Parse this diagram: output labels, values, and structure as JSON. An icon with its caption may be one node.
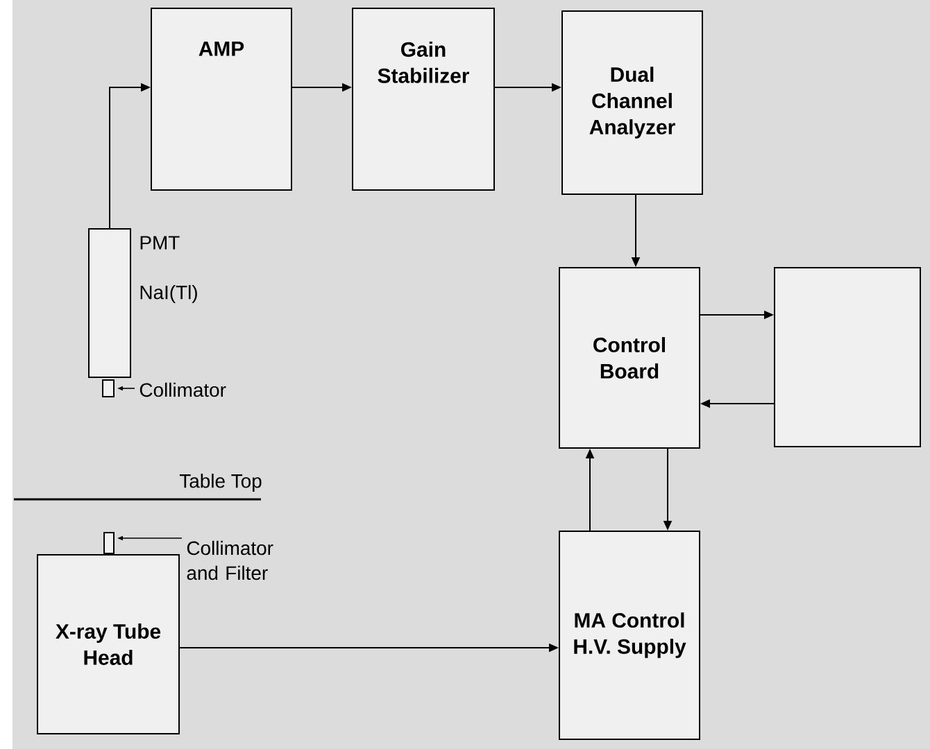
{
  "diagram": {
    "nodes": [
      {
        "text": [
          "AMP"
        ]
      },
      {
        "text": [
          "Gain Stabilizer"
        ]
      },
      {
        "text": [
          "Dual Channel Analyzer"
        ]
      },
      {
        "text": [],
        "shape": "box",
        "beside": [
          "PMT",
          "NaI(Tl)"
        ]
      },
      {
        "text": [],
        "shape": "box"
      },
      {
        "text": [
          "Collimator"
        ]
      },
      {
        "text": [
          "Control Board"
        ]
      },
      {
        "text": [],
        "shape": "box"
      },
      {
        "text": [],
        "shape": "box"
      },
      {
        "text": [
          "Collimator and Filter"
        ]
      },
      {
        "text": [
          "X-ray Tube Head"
        ]
      },
      {
        "text": [
          "MA Control H.V. Supply"
        ]
      }
    ],
    "edges": [
      {
        "from": 3,
        "to": 0,
        "arrow": "to"
      },
      {
        "from": 0,
        "to": 1,
        "arrow": "to"
      },
      {
        "from": 1,
        "to": 2,
        "arrow": "to"
      },
      {
        "from": 2,
        "to": 6,
        "arrow": "to"
      },
      {
        "from": 6,
        "to": 7,
        "arrow": "to"
      },
      {
        "from": 7,
        "to": 6,
        "arrow": "to"
      },
      {
        "from": 11,
        "to": 6,
        "arrow": "to"
      },
      {
        "from": 6,
        "to": 11,
        "arrow": "to"
      },
      {
        "from": 10,
        "to": 11,
        "arrow": "to"
      },
      {
        "from": 5,
        "to": 4,
        "arrow": "to"
      },
      {
        "from": 9,
        "to": 8,
        "arrow": "to"
      }
    ],
    "labels": [
      "Table Top"
    ]
  }
}
